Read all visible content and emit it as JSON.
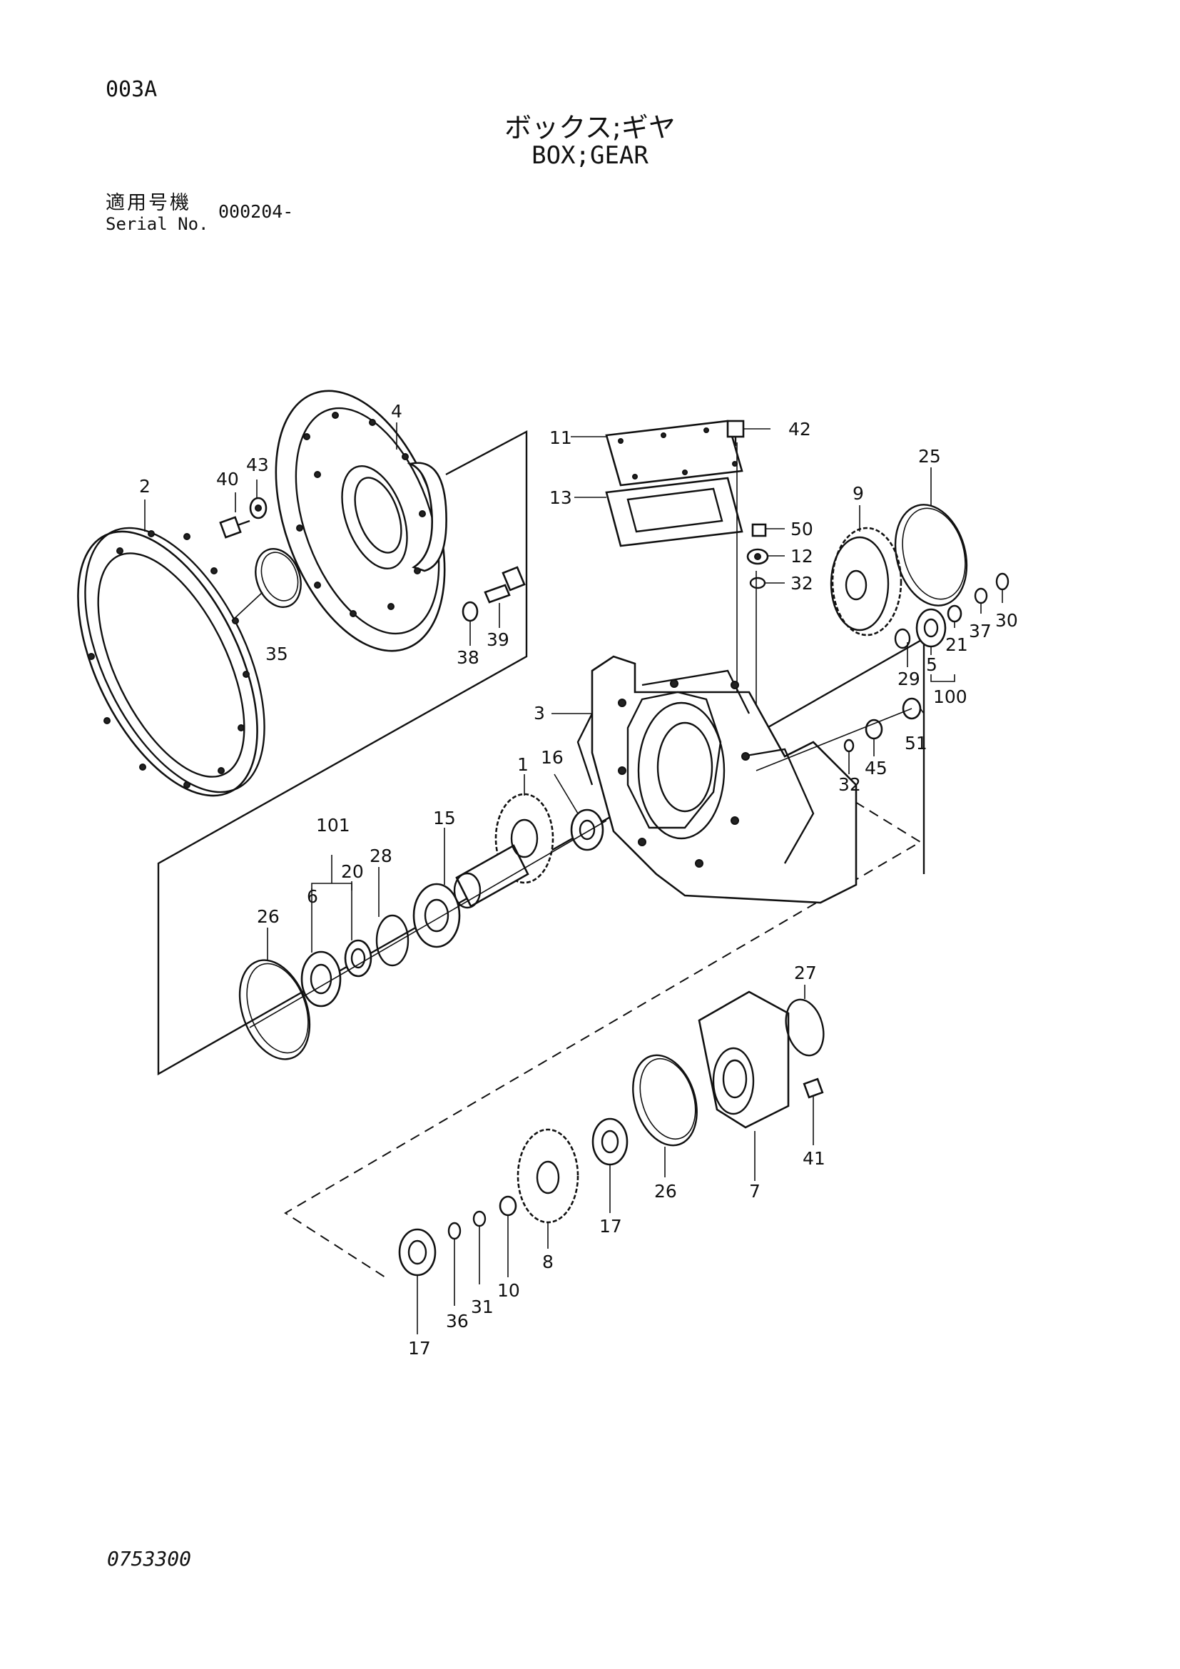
{
  "header": {
    "page_code": "003A",
    "title_jp": "ボックス;ギヤ",
    "title_en": "BOX;GEAR",
    "serial_label_jp": "適用号機",
    "serial_label_en": "Serial No.",
    "serial_value": "000204-"
  },
  "footer": {
    "doc_number": "0753300"
  },
  "callouts": {
    "p1": "1",
    "p2": "2",
    "p3": "3",
    "p4": "4",
    "p5": "5",
    "p6": "6",
    "p7": "7",
    "p8": "8",
    "p9": "9",
    "p10": "10",
    "p11": "11",
    "p12": "12",
    "p13": "13",
    "p15": "15",
    "p16": "16",
    "p17a": "17",
    "p17b": "17",
    "p20": "20",
    "p21": "21",
    "p25": "25",
    "p26a": "26",
    "p26b": "26",
    "p27": "27",
    "p28": "28",
    "p29": "29",
    "p30": "30",
    "p31": "31",
    "p32a": "32",
    "p32b": "32",
    "p35": "35",
    "p36": "36",
    "p37": "37",
    "p38": "38",
    "p39": "39",
    "p40": "40",
    "p41": "41",
    "p42": "42",
    "p43": "43",
    "p45": "45",
    "p50": "50",
    "p51": "51",
    "p100": "100",
    "p101": "101"
  }
}
